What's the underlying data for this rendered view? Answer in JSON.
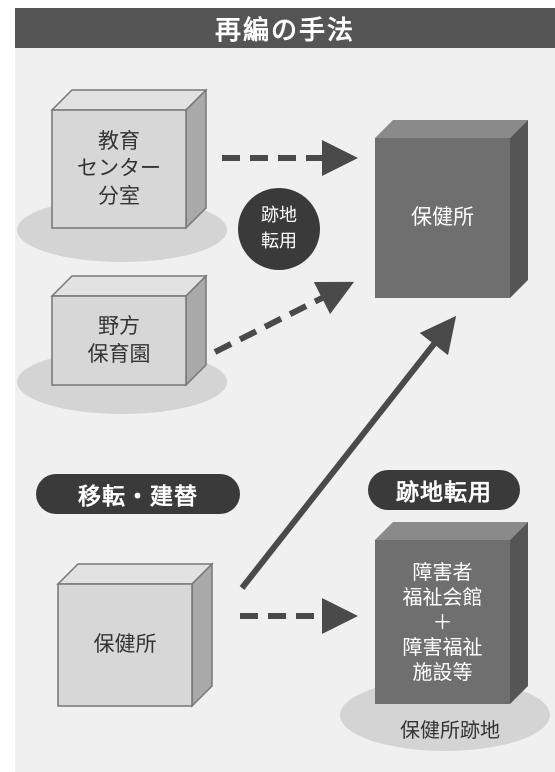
{
  "title": "再編の手法",
  "boxes": {
    "education_center": "教育\nセンター\n分室",
    "noho_nursery": "野方\n保育園",
    "health_center_target": "保健所",
    "health_center_old": "保健所",
    "welfare_facility": "障害者\n福祉会館\n＋\n障害福祉\n施設等"
  },
  "badges": {
    "site_reuse_circle": "跡地\n転用",
    "relocation_rebuild": "移転・建替",
    "site_reuse": "跡地転用"
  },
  "site_label": "保健所跡地",
  "colors": {
    "title_bg": "#555555",
    "panel_bg": "#f0f0f0",
    "light_box": "#d7d7d7",
    "dark_box": "#6f6f6f",
    "arrow": "#4a4a4a",
    "badge": "#3a3a3a"
  }
}
